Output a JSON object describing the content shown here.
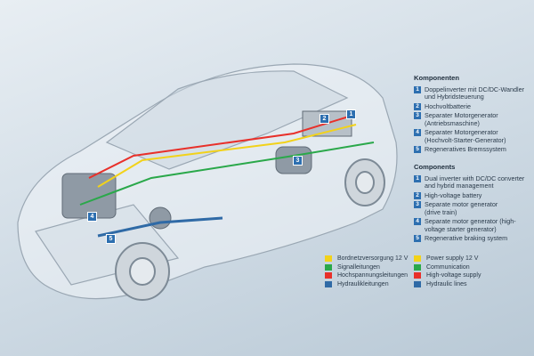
{
  "components_de": {
    "title": "Komponenten",
    "items": [
      {
        "n": "1",
        "label": "Doppelinverter mit DC/DC-Wandler und Hybridsteuerung"
      },
      {
        "n": "2",
        "label": "Hochvoltbatterie"
      },
      {
        "n": "3",
        "label": "Separater Motorgenerator (Antriebsmaschine)"
      },
      {
        "n": "4",
        "label": "Separater Motorgenerator (Hochvolt-Starter-Generator)"
      },
      {
        "n": "5",
        "label": "Regeneratives Bremssystem"
      }
    ]
  },
  "components_en": {
    "title": "Components",
    "items": [
      {
        "n": "1",
        "label": "Dual inverter with DC/DC converter and hybrid management"
      },
      {
        "n": "2",
        "label": "High-voltage battery"
      },
      {
        "n": "3",
        "label": "Separate motor generator (drive train)"
      },
      {
        "n": "4",
        "label": "Separate motor generator (high-voltage starter generator)"
      },
      {
        "n": "5",
        "label": "Regenerative braking system"
      }
    ]
  },
  "lines_de": [
    "Bordnetzversorgung 12 V",
    "Signalleitungen",
    "Hochspannungsleitungen",
    "Hydraulikleitungen"
  ],
  "lines_en": [
    "Power supply 12 V",
    "Communication",
    "High-voltage supply",
    "Hydraulic lines"
  ],
  "colors": {
    "power": "#f2d21a",
    "signal": "#2aa84a",
    "hv": "#e8302a",
    "hydraulic": "#2f6aa6",
    "badge": "#2d6fb0"
  },
  "callouts": [
    "1",
    "2",
    "3",
    "4",
    "5"
  ]
}
